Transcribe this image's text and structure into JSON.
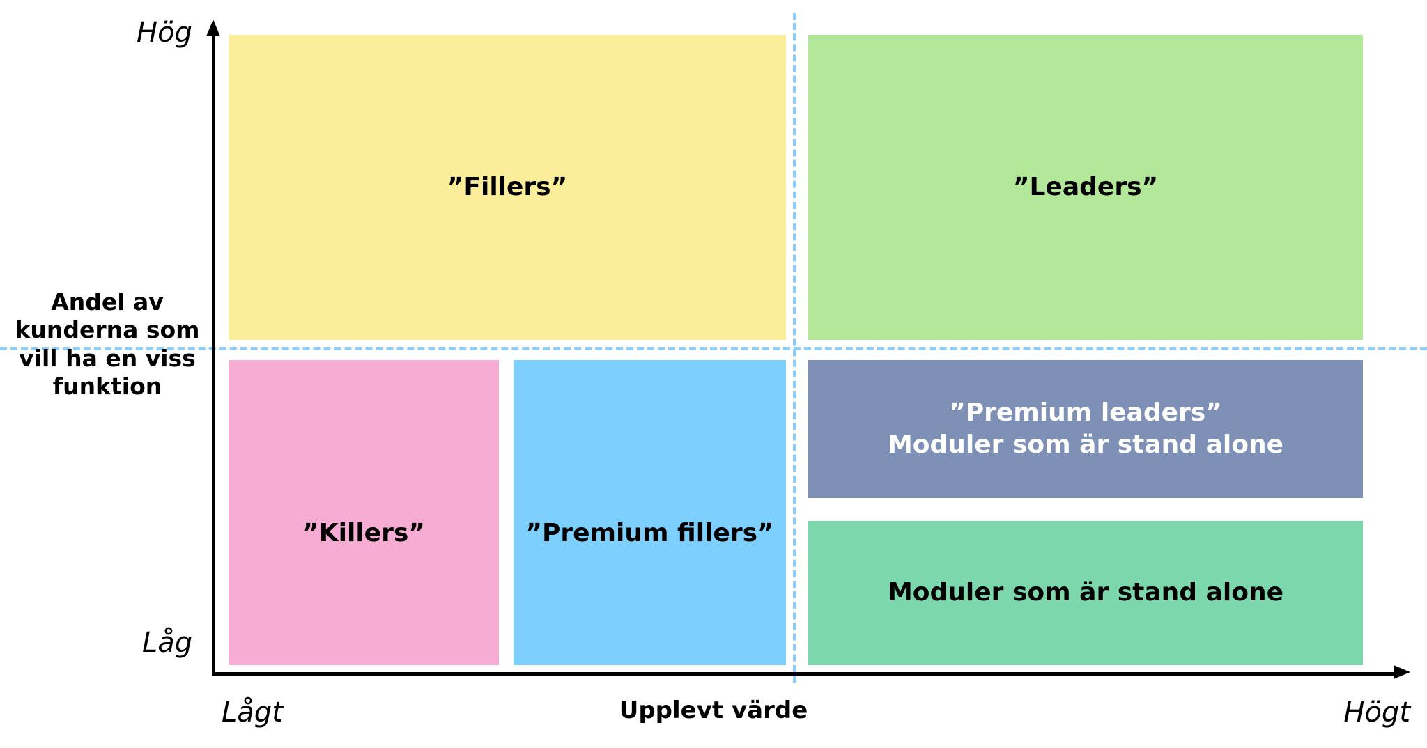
{
  "chart_data": {
    "type": "table",
    "title": "",
    "xlabel": "Upplevt värde",
    "ylabel": "Andel av kunderna som vill ha en viss funktion",
    "x_axis_low": "Lågt",
    "x_axis_high": "Högt",
    "y_axis_low": "Låg",
    "y_axis_high": "Hög",
    "grid": false,
    "legend": "none",
    "quadrants": [
      {
        "id": "fillers",
        "label": "”Fillers”",
        "x": "low-to-mid",
        "y": "high",
        "color": "#FBEE9A",
        "text_color": "#000000"
      },
      {
        "id": "leaders",
        "label": "”Leaders”",
        "x": "high",
        "y": "high",
        "color": "#B3E89A",
        "text_color": "#000000"
      },
      {
        "id": "killers",
        "label": "”Killers”",
        "x": "low",
        "y": "low",
        "color": "#F7ADD3",
        "text_color": "#000000"
      },
      {
        "id": "premium-fillers",
        "label": "”Premium fillers”",
        "x": "mid",
        "y": "low",
        "color": "#7DD0FD",
        "text_color": "#000000"
      },
      {
        "id": "premium-leaders",
        "label": "”Premium leaders”\nModuler som är stand alone",
        "x": "high",
        "y": "low-upper",
        "color": "#7E90B6",
        "text_color": "#FFFFFF"
      },
      {
        "id": "stand-alone",
        "label": "Moduler som är stand alone",
        "x": "high",
        "y": "low-lower",
        "color": "#7DD7AC",
        "text_color": "#000000"
      }
    ],
    "divider_color": "#8ECCF5",
    "axis_color": "#000000"
  },
  "axes": {
    "y": {
      "title": "Andel av\nkunderna som\nvill ha en viss\nfunktion",
      "high_label": "Hög",
      "low_label": "Låg"
    },
    "x": {
      "title": "Upplevt värde",
      "low_label": "Lågt",
      "high_label": "Högt"
    }
  },
  "blocks": {
    "fillers": "”Fillers”",
    "leaders": "”Leaders”",
    "killers": "”Killers”",
    "premium_fillers": "”Premium fillers”",
    "premium_leaders": "”Premium leaders”\nModuler som är stand alone",
    "stand_alone": "Moduler som är stand alone"
  }
}
